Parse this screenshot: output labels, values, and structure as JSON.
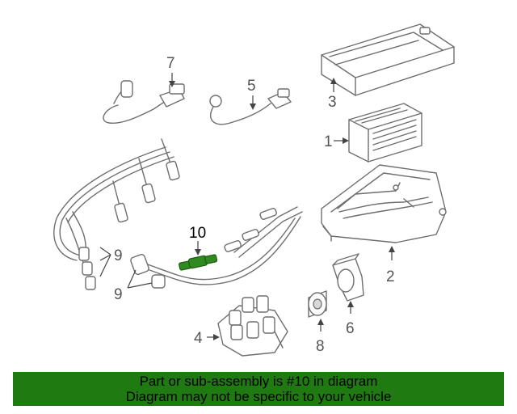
{
  "diagram": {
    "callouts": {
      "c1": "1",
      "c2": "2",
      "c3": "3",
      "c4": "4",
      "c5": "5",
      "c6": "6",
      "c7": "7",
      "c8": "8",
      "c9a": "9",
      "c9b": "9",
      "c10": "10"
    },
    "highlight_color": "#2f8a1f"
  },
  "banner": {
    "line1": "Part or sub-assembly is #10 in diagram",
    "line2": "Diagram may not be specific to your vehicle",
    "background": "#1f7a12"
  }
}
